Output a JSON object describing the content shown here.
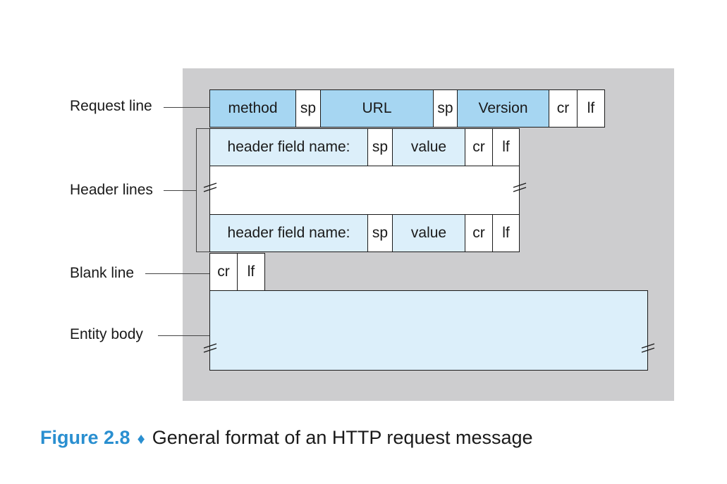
{
  "labels": {
    "request_line": "Request line",
    "header_lines": "Header lines",
    "blank_line": "Blank line",
    "entity_body": "Entity body"
  },
  "request_line": {
    "method": "method",
    "sp1": "sp",
    "url": "URL",
    "sp2": "sp",
    "version": "Version",
    "cr": "cr",
    "lf": "lf"
  },
  "header_rows": [
    {
      "name": "header field name:",
      "sp": "sp",
      "value": "value",
      "cr": "cr",
      "lf": "lf"
    },
    {
      "name": "header field name:",
      "sp": "sp",
      "value": "value",
      "cr": "cr",
      "lf": "lf"
    }
  ],
  "blank_line": {
    "cr": "cr",
    "lf": "lf"
  },
  "caption": {
    "figure": "Figure 2.8",
    "separator": "♦",
    "text": "General format of an HTTP request message"
  },
  "colors": {
    "panel": "#cdcdcf",
    "request_fields": "#a6d6f2",
    "header_fields": "#dceffa",
    "caption_accent": "#2a8fd0"
  }
}
